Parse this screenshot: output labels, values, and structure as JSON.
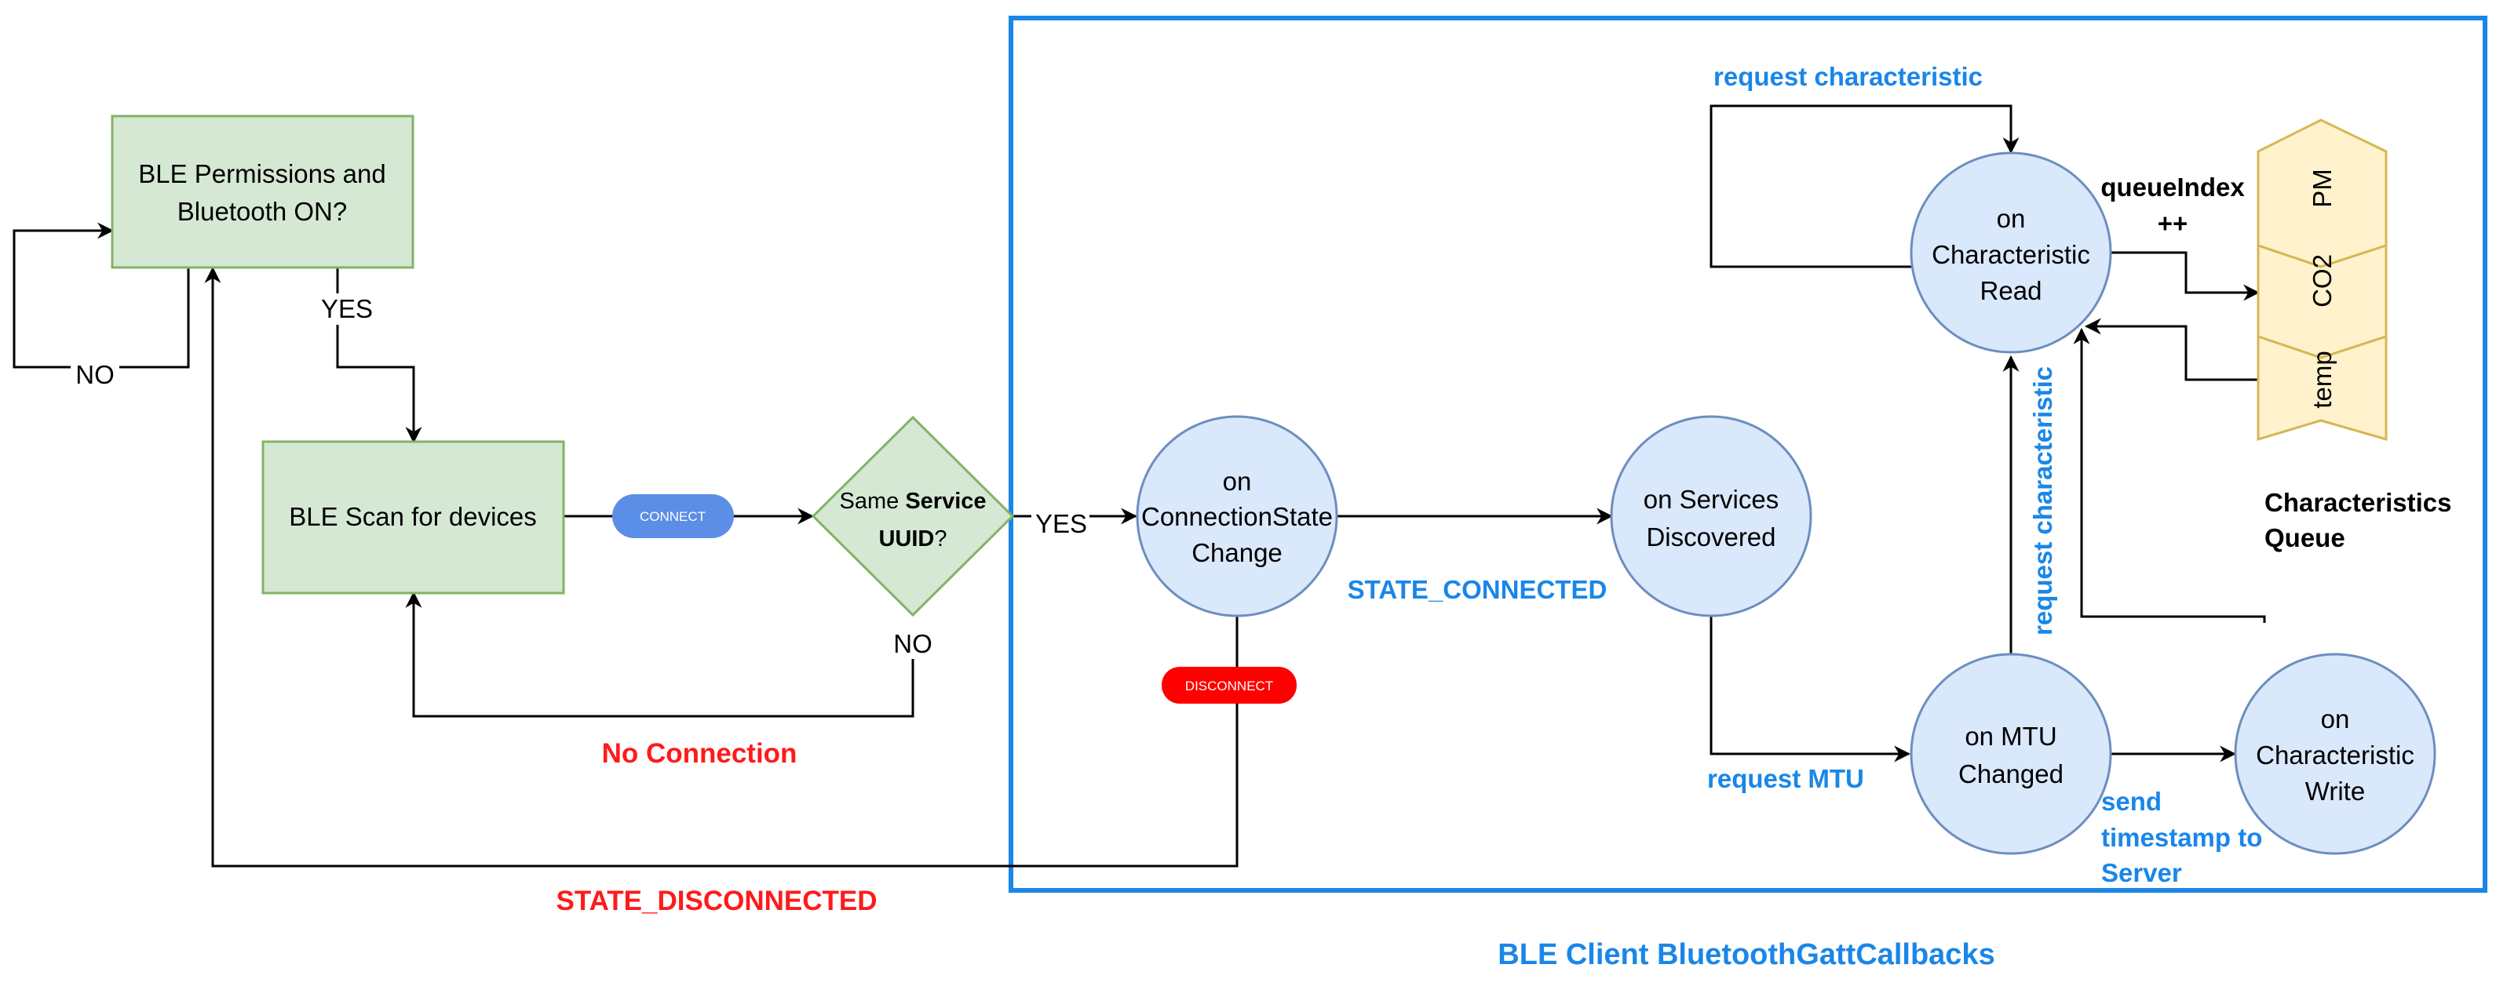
{
  "nodes": {
    "permissions": [
      "BLE Permissions and",
      "Bluetooth ON?"
    ],
    "scan": "BLE Scan for devices",
    "decision": {
      "prefix": "Same ",
      "bold": "Service",
      "line2_bold": "UUID",
      "line2_suffix": "?"
    },
    "conn_state": [
      "on",
      "ConnectionState",
      "Change"
    ],
    "services": [
      "on Services",
      "Discovered"
    ],
    "char_read": [
      "on",
      "Characteristic",
      "Read"
    ],
    "mtu": [
      "on MTU",
      "Changed"
    ],
    "char_write": [
      "on",
      "Characteristic",
      "Write"
    ]
  },
  "pills": {
    "connect": "CONNECT",
    "disconnect": "DISCONNECT"
  },
  "edge_labels": {
    "yes_perm": "YES",
    "no_perm": "NO",
    "yes_decision": "YES",
    "no_decision": "NO",
    "no_connection": "No Connection",
    "state_disconnected": "STATE_DISCONNECTED",
    "state_connected": "STATE_CONNECTED",
    "request_characteristic_top": "request characteristic",
    "request_characteristic_side": "request characteristic",
    "request_mtu": "request MTU",
    "send_timestamp": [
      "send",
      "timestamp to",
      "Server"
    ],
    "queue_index": [
      "queueIndex",
      "++"
    ]
  },
  "queue": {
    "items": [
      "PM",
      "CO2",
      "temp"
    ],
    "title": [
      "Characteristics",
      "Queue"
    ]
  },
  "container_title": "BLE Client BluetoothGattCallbacks",
  "colors": {
    "green_fill": "#d5e8d4",
    "green_stroke": "#82b366",
    "blue_fill": "#dae8fc",
    "blue_stroke": "#6c8ebf",
    "yellow_fill": "#fff2cc",
    "yellow_stroke": "#d6b656",
    "container_stroke": "#1a86e8",
    "connect_pill": "#5b8ee6",
    "disconnect_pill": "#ff0000",
    "accent_blue": "#1a86e8",
    "accent_red": "#ff1a1a"
  }
}
